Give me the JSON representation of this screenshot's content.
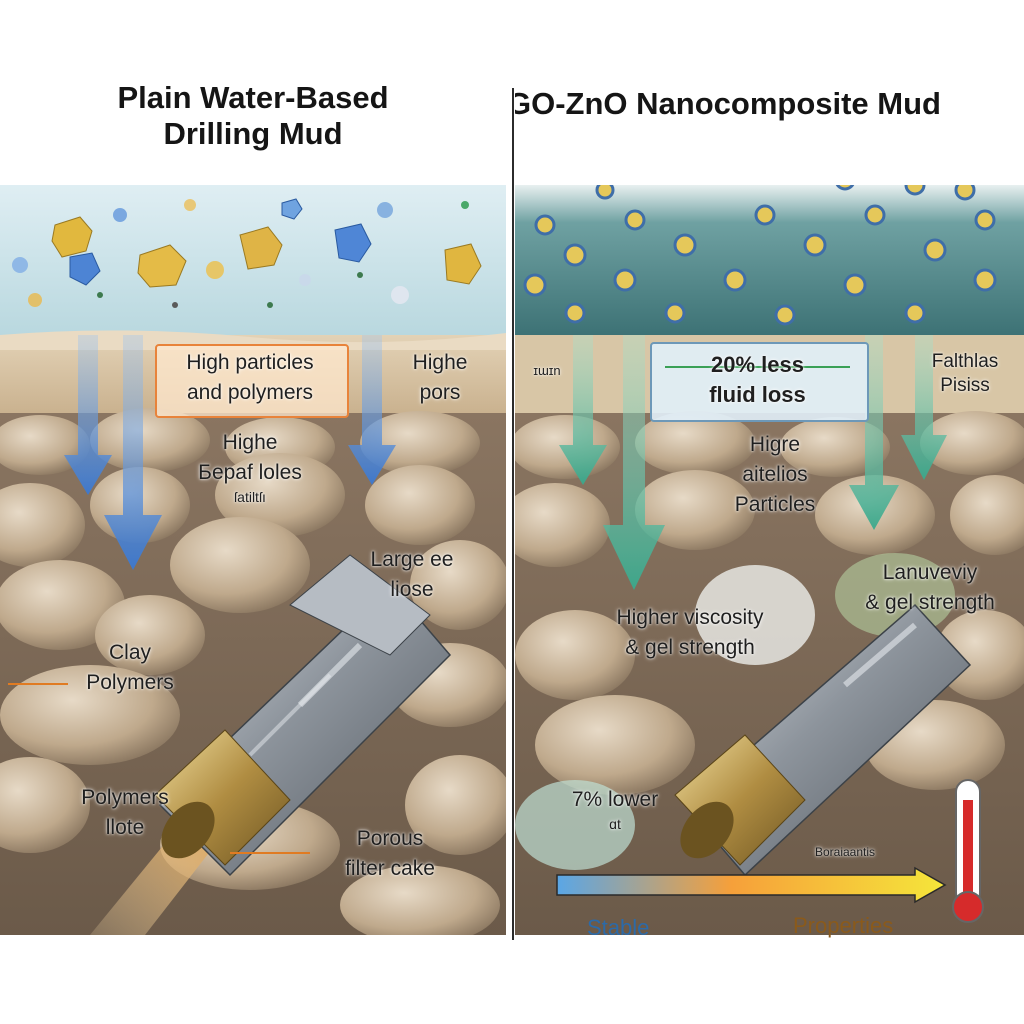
{
  "left": {
    "title_line1": "Plain Water-Based",
    "title_line2": "Drilling Mud",
    "labels": {
      "high_particles_1": "High particles",
      "high_particles_2": "and polymers",
      "higher_pores_1": "Highe",
      "higher_pores_2": "pors",
      "middle_1": "Highe",
      "middle_2": "Бераf loles",
      "middle_3": "ſatiltſı",
      "large_1": "Large ee",
      "large_2": "liose",
      "clay_1": "Clay",
      "clay_2": "Polymers",
      "polymers_1": "Polymers",
      "polymers_2": "llote",
      "porous_1": "Porous",
      "porous_2": "filter cake"
    }
  },
  "right": {
    "title": "GO-ZnO Nanocomposite Mud",
    "labels": {
      "fluid_1": "20% less",
      "fluid_2": "fluid loss",
      "top_right_1": "Falthlas",
      "top_right_2": "Pisiss",
      "top_left_small": "ɪɯɪn",
      "middle_1": "Higre",
      "middle_2": "aitelios",
      "middle_3": "Particles",
      "lanu_1": "Lanuveviy",
      "lanu_2": "& gel strength",
      "visc_1": "Higher viscosity",
      "visc_2": "& gel strength",
      "lower_1": "7% lower",
      "lower_2": "ɑt",
      "small_caption": "Boraiaantis",
      "stable": "Stable",
      "properties": "Properties"
    }
  },
  "colors": {
    "label_box_orange": "#e8833a",
    "label_box_blue": "#6d98b8",
    "arrow_blue": "#4b86d6",
    "arrow_teal": "#4fb8a0",
    "stable_blue": "#2c6aa8",
    "properties_brown": "#8a5a1c"
  }
}
